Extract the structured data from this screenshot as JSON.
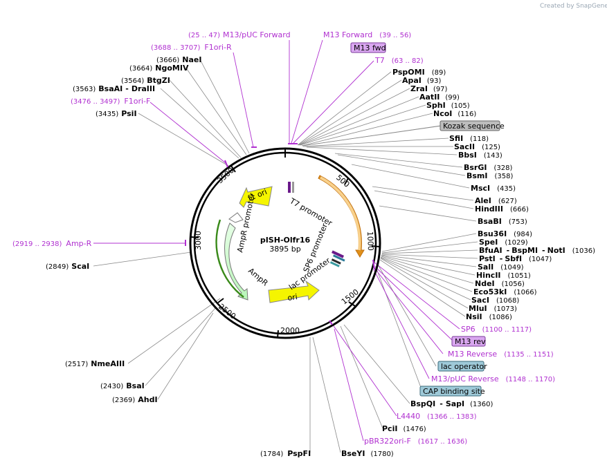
{
  "watermark": "Created by SnapGene",
  "title": "pISH-Olfr16",
  "size": "3895 bp",
  "total_bp": 3895,
  "tick_labels": [
    "500",
    "1000",
    "1500",
    "2000",
    "2500",
    "3000",
    "3500"
  ],
  "features": [
    {
      "name": "f1 ori",
      "color": "#f5f500"
    },
    {
      "name": "ori",
      "color": "#f5f500"
    },
    {
      "name": "AmpR",
      "color": "#ccffcc"
    },
    {
      "name": "AmpR promoter",
      "color": "#ffffff"
    },
    {
      "name": "T7 promoter",
      "color": "#ffffff"
    },
    {
      "name": "SP6 promoter",
      "color": "#ffffff"
    },
    {
      "name": "lac promoter",
      "color": "#ffffff"
    }
  ],
  "labels": {
    "m13puc_fwd": {
      "name": "M13/pUC Forward",
      "pos": "(25 .. 47)"
    },
    "m13_fwd": {
      "name": "M13 Forward",
      "pos": "(39 .. 56)"
    },
    "m13_fwd_box": "M13 fwd",
    "t7": {
      "name": "T7",
      "pos": "(63 .. 82)"
    },
    "f1ori_r": {
      "name": "F1ori-R",
      "pos": "(3688 .. 3707)"
    },
    "f1ori_f": {
      "name": "F1ori-F",
      "pos": "(3476 .. 3497)"
    },
    "amp_r": {
      "name": "Amp-R",
      "pos": "(2919 .. 2938)"
    },
    "sp6": {
      "name": "SP6",
      "pos": "(1100 .. 1117)"
    },
    "m13_rev_box": "M13 rev",
    "m13_rev": {
      "name": "M13 Reverse",
      "pos": "(1135 .. 1151)"
    },
    "lac_operator": "lac operator",
    "m13puc_rev": {
      "name": "M13/pUC Reverse",
      "pos": "(1148 .. 1170)"
    },
    "cap_site": "CAP binding site",
    "l4440": {
      "name": "L4440",
      "pos": "(1366 .. 1383)"
    },
    "pbr322": {
      "name": "pBR322ori-F",
      "pos": "(1617 .. 1636)"
    },
    "kozak": "Kozak sequence"
  },
  "enzymes": {
    "naei": {
      "name": "NaeI",
      "pos": "(3666)"
    },
    "ngomiv": {
      "name": "NgoMIV",
      "pos": "(3664)"
    },
    "btgzi": {
      "name": "BtgZI",
      "pos": "(3564)"
    },
    "bsaai": {
      "name": "BsaAI",
      "pos": "(3563)"
    },
    "draiii": "DraIII",
    "psii": {
      "name": "PsiI",
      "pos": "(3435)"
    },
    "scai": {
      "name": "ScaI",
      "pos": "(2849)"
    },
    "nmeaiii": {
      "name": "NmeAIII",
      "pos": "(2517)"
    },
    "bsai": {
      "name": "BsaI",
      "pos": "(2430)"
    },
    "ahdi": {
      "name": "AhdI",
      "pos": "(2369)"
    },
    "pspfi": {
      "name": "PspFI",
      "pos": "(1784)"
    },
    "bseyi": {
      "name": "BseYI",
      "pos": "(1780)"
    },
    "pcii": {
      "name": "PciI",
      "pos": "(1476)"
    },
    "bspqi": "BspQI",
    "sapi": {
      "name": "SapI",
      "pos": "(1360)"
    },
    "pspomi": {
      "name": "PspOMI",
      "pos": "(89)"
    },
    "apai": {
      "name": "ApaI",
      "pos": "(93)"
    },
    "zrai": {
      "name": "ZraI",
      "pos": "(97)"
    },
    "aatii": {
      "name": "AatII",
      "pos": "(99)"
    },
    "sphi": {
      "name": "SphI",
      "pos": "(105)"
    },
    "ncoi": {
      "name": "NcoI",
      "pos": "(116)"
    },
    "sfii": {
      "name": "SfiI",
      "pos": "(118)"
    },
    "sacii": {
      "name": "SacII",
      "pos": "(125)"
    },
    "bbsi": {
      "name": "BbsI",
      "pos": "(143)"
    },
    "bsrgi": {
      "name": "BsrGI",
      "pos": "(328)"
    },
    "bsmi": {
      "name": "BsmI",
      "pos": "(358)"
    },
    "msci": {
      "name": "MscI",
      "pos": "(435)"
    },
    "alei": {
      "name": "AleI",
      "pos": "(627)"
    },
    "hindiii": {
      "name": "HindIII",
      "pos": "(666)"
    },
    "bsabi": {
      "name": "BsaBI",
      "pos": "(753)"
    },
    "bsu36i": {
      "name": "Bsu36I",
      "pos": "(984)"
    },
    "spei": {
      "name": "SpeI",
      "pos": "(1029)"
    },
    "bfuai": "BfuAI",
    "bspmi": "BspMI",
    "noti": {
      "name": "NotI",
      "pos": "(1036)"
    },
    "psti": "PstI",
    "sbfi": {
      "name": "SbfI",
      "pos": "(1047)"
    },
    "sali": {
      "name": "SalI",
      "pos": "(1049)"
    },
    "hincii": {
      "name": "HincII",
      "pos": "(1051)"
    },
    "ndei": {
      "name": "NdeI",
      "pos": "(1056)"
    },
    "eco53ki": {
      "name": "Eco53kI",
      "pos": "(1066)"
    },
    "saci": {
      "name": "SacI",
      "pos": "(1068)"
    },
    "mlui": {
      "name": "MluI",
      "pos": "(1073)"
    },
    "nsii": {
      "name": "NsiI",
      "pos": "(1086)"
    }
  }
}
